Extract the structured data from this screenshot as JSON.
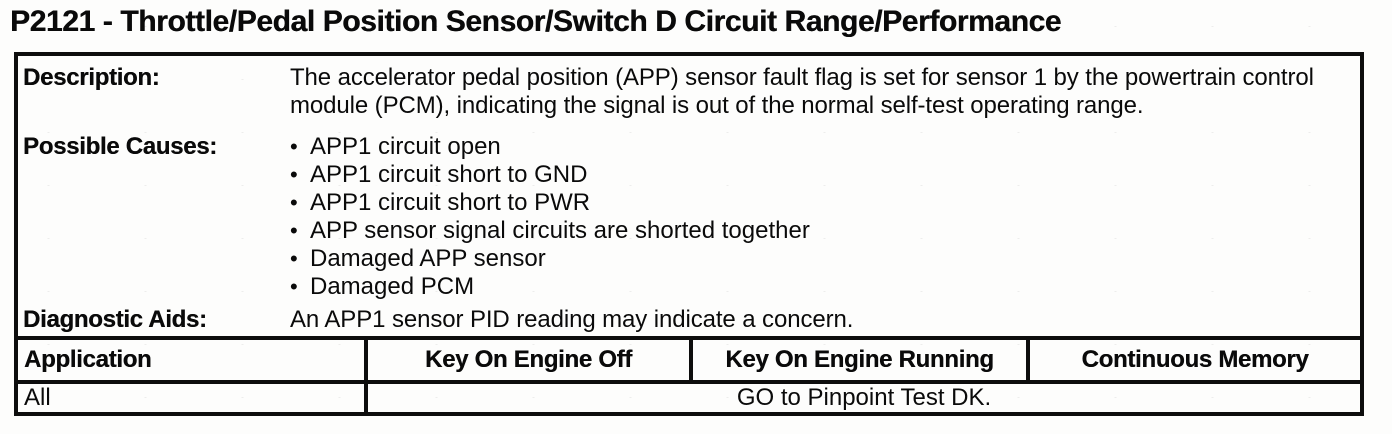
{
  "page": {
    "title": "P2121 - Throttle/Pedal Position Sensor/Switch D Circuit Range/Performance"
  },
  "bullet_char": "•",
  "info": {
    "description": {
      "label": "Description:",
      "text": "The accelerator pedal position (APP) sensor fault flag is set for sensor 1 by the powertrain control module (PCM), indicating the signal is out of the normal self-test operating range."
    },
    "possible_causes": {
      "label": "Possible Causes:",
      "bullets": [
        "APP1 circuit open",
        "APP1 circuit short to GND",
        "APP1 circuit short to PWR",
        "APP sensor signal circuits are shorted together",
        "Damaged APP sensor",
        "Damaged PCM"
      ]
    },
    "diagnostic_aids": {
      "label": "Diagnostic Aids:",
      "text": "An APP1 sensor PID reading may indicate a concern."
    }
  },
  "grid": {
    "headers": {
      "application": "Application",
      "key_on_engine_off": "Key On Engine Off",
      "key_on_engine_running": "Key On Engine Running",
      "continuous_memory": "Continuous Memory"
    },
    "row": {
      "application": "All",
      "action": "GO to Pinpoint Test DK."
    }
  },
  "colors": {
    "ink": "#0a0a0a",
    "paper": "#fdfdfc"
  }
}
